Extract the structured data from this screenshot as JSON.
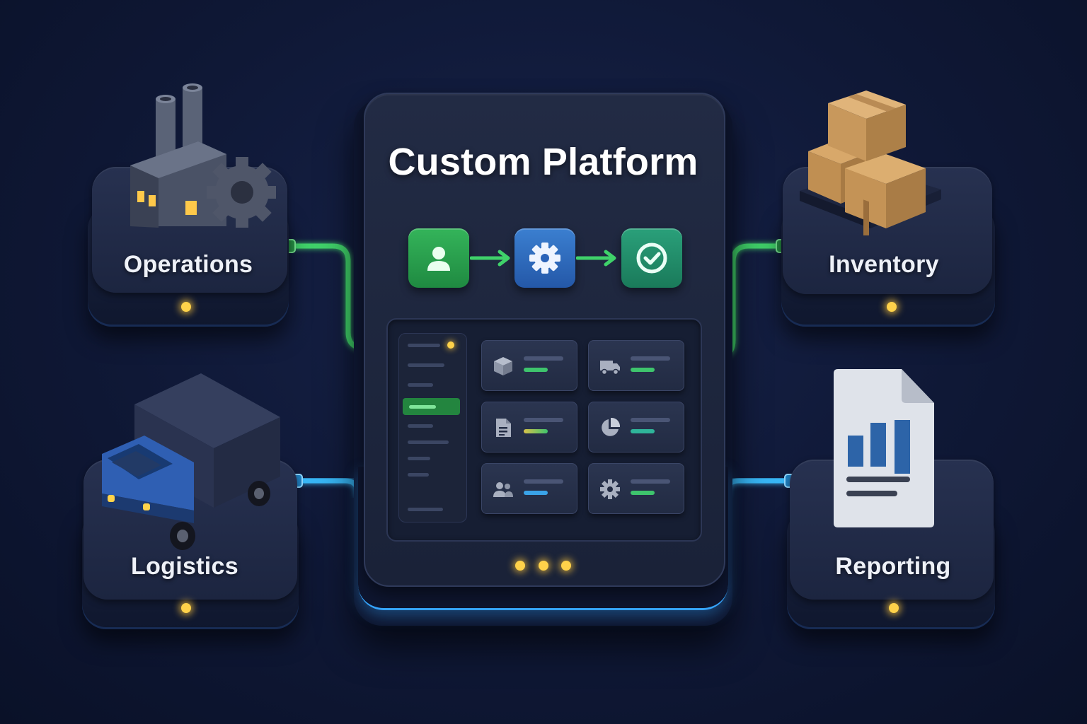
{
  "platform": {
    "title": "Custom Platform",
    "workflow_steps": [
      {
        "name": "user",
        "icon": "user-icon",
        "color": "#2e9e4f"
      },
      {
        "name": "process",
        "icon": "gear-icon",
        "color": "#2f6dbd"
      },
      {
        "name": "complete",
        "icon": "check-circle-icon",
        "color": "#238f6b"
      }
    ],
    "dashboard_widgets": [
      {
        "icon": "box-icon",
        "accent": "#3ec46d"
      },
      {
        "icon": "truck-icon",
        "accent": "#3ec46d"
      },
      {
        "icon": "document-icon",
        "accent": "#9bcf55"
      },
      {
        "icon": "pie-chart-icon",
        "accent": "#2fb59a"
      },
      {
        "icon": "users-icon",
        "accent": "#3aa3e8"
      },
      {
        "icon": "gear-icon",
        "accent": "#3ec46d"
      }
    ]
  },
  "modules": [
    {
      "id": "operations",
      "label": "Operations",
      "icon": "factory-icon",
      "link_color": "#3fd26a"
    },
    {
      "id": "inventory",
      "label": "Inventory",
      "icon": "boxes-icon",
      "link_color": "#3fd26a"
    },
    {
      "id": "logistics",
      "label": "Logistics",
      "icon": "truck-icon",
      "link_color": "#39b6f5"
    },
    {
      "id": "reporting",
      "label": "Reporting",
      "icon": "report-icon",
      "link_color": "#39b6f5"
    }
  ],
  "colors": {
    "background": "#0f1836",
    "indicator": "#ffd24a",
    "accent_blue": "#36a6ff"
  }
}
